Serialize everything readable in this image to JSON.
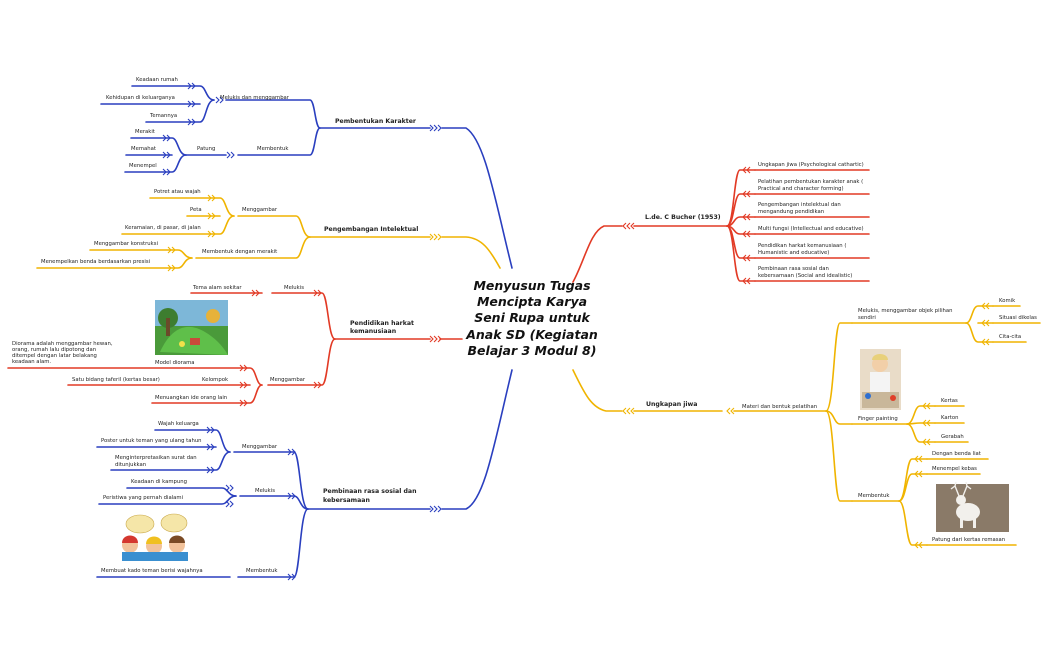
{
  "center": {
    "title_lines": [
      "Menyusun Tugas",
      "Mencipta Karya",
      "Seni Rupa untuk",
      "Anak SD (Kegiatan",
      "Belajar 3 Modul 8)"
    ]
  },
  "colors": {
    "blue": "#2a3fbf",
    "yellow": "#f0b400",
    "red": "#e23a25"
  },
  "icons": {
    "branch_marker": "double-chevron-icon"
  },
  "branches": {
    "pembentukan": {
      "label": "Pembentukan Karakter",
      "melukis": "Melukis dan menggambar",
      "melukis_items": [
        "Keadaan rumah",
        "Kehidupan di keluarganya",
        "Temannya"
      ],
      "membentuk": "Membentuk",
      "patung": "Patung",
      "patung_items": [
        "Merakit",
        "Memahat",
        "Menempel"
      ]
    },
    "intelektual": {
      "label": "Pengembangan Intelektual",
      "menggambar": "Menggambar",
      "menggambar_items": [
        "Potret atau wajah",
        "Peta",
        "Keramaian, di pasar, di jalan"
      ],
      "merakit": "Membentuk dengan merakit",
      "merakit_items": [
        "Menggambar konstruksi",
        "Menempelkan benda berdasarkan presisi"
      ]
    },
    "harkat": {
      "label_lines": [
        "Pendidikan harkat",
        "kemanusiaan"
      ],
      "melukis": "Melukis",
      "melukis_items": [
        "Tema alam sekitar"
      ],
      "menggambar": "Menggambar",
      "diorama_caption": "Model diorama",
      "diorama_desc_lines": [
        "Diorama adalah menggambar hewan,",
        "orang, rumah lalu dipotong dan",
        "ditempel dengan latar belakang",
        "keadaan alam."
      ],
      "kelompok": "Kelompok",
      "kelompok_item": "Satu bidang taferil (kertas besar)",
      "menuangkan": "Menuangkan ide orang lain"
    },
    "sosial": {
      "label_lines": [
        "Pembinaan rasa sosial dan",
        "kebersamaan"
      ],
      "menggambar": "Menggambar",
      "menggambar_items": [
        "Wajah keluarga",
        "Poster untuk teman yang ulang tahun"
      ],
      "menginterpretasikan_lines": [
        "Menginterpretasikan surat dan",
        "ditunjukkan"
      ],
      "melukis": "Melukis",
      "melukis_items": [
        "Keadaan di kampung",
        "Peristiwa yang pernah dialami"
      ],
      "membentuk": "Membentuk",
      "membentuk_item": "Membuat kado teman berisi wajahnya"
    },
    "bucher": {
      "label": "L.de. C Bucher (1953)",
      "items": [
        [
          "Ungkapan jiwa (Psychological cathartic)"
        ],
        [
          "Pelatihan pembentukan karakter anak (",
          "Practical and character forming)"
        ],
        [
          "Pengembangan intelektual dan",
          "mengandung pendidikan"
        ],
        [
          "Multi fungsi (Intellectual and educative)"
        ],
        [
          "Pendidikan harkat kemanusiaan (",
          "Humanistic and educative)"
        ],
        [
          "Pembinaan rasa sosial dan",
          "kebersamaan (Social and idealistic)"
        ]
      ]
    },
    "ungkapan": {
      "label": "Ungkapan jiwa",
      "materi": "Materi dan bentuk pelatihan",
      "melukis_lines": [
        "Melukis, menggambar objek pilihan",
        "sendiri"
      ],
      "melukis_items": [
        "Komik",
        "Situasi dikelas",
        "Cita-cita"
      ],
      "finger": "Finger painting",
      "finger_items": [
        "Kertas",
        "Karton",
        "Gerabah"
      ],
      "membentuk": "Membentuk",
      "membentuk_items": [
        "Dengan benda liat",
        "Menempel kebas",
        "Patung dari kertas remasan"
      ]
    }
  }
}
